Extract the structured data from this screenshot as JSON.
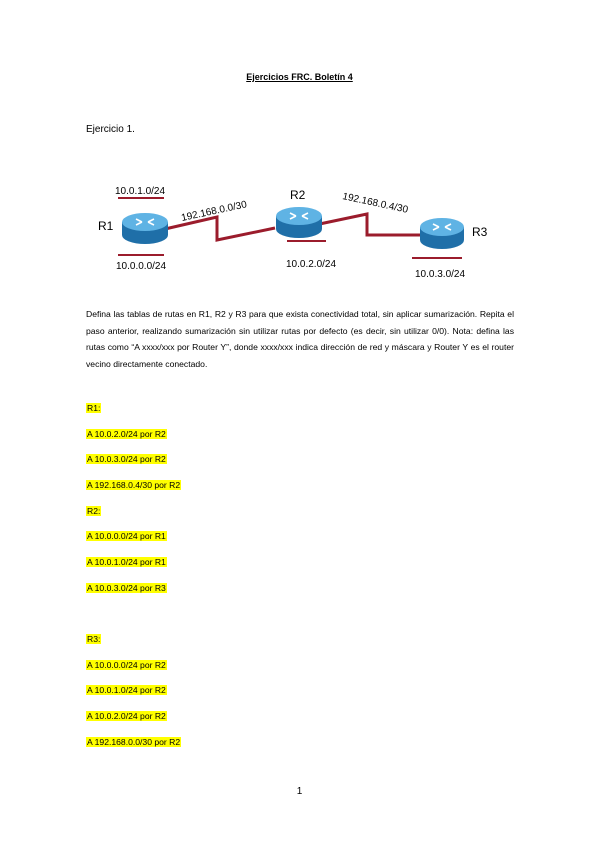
{
  "document": {
    "title": "Ejercicios FRC. Boletín 4",
    "section_heading": "Ejercicio 1.",
    "diagram": {
      "router_labels": [
        "R1",
        "R2",
        "R3"
      ],
      "network_labels": {
        "r1_top": "10.0.1.0/24",
        "r1_bottom": "10.0.0.0/24",
        "link_r1_r2": "192.168.0.0/30",
        "r2_bottom": "10.0.2.0/24",
        "link_r2_r3": "192.168.0.4/30",
        "r3_bottom": "10.0.3.0/24"
      },
      "colors": {
        "link": "#9b1c2c",
        "router_body": "#2f86c2",
        "router_top": "#7ec3ea"
      }
    },
    "paragraph": "Defina las tablas de rutas en R1, R2 y R3 para que exista conectividad total, sin aplicar sumarización. Repita el paso anterior, realizando sumarización sin utilizar rutas por defecto (es decir, sin utilizar 0/0). Nota: defina las rutas como  “A xxxx/xxx por Router Y”, donde xxxx/xxx indica dirección de red y máscara y Router Y es el router vecino directamente conectado.",
    "answers": [
      "R1:",
      "A 10.0.2.0/24 por R2",
      "A 10.0.3.0/24 por R2",
      "A 192.168.0.4/30 por R2",
      "R2:",
      "A 10.0.0.0/24 por R1",
      "A 10.0.1.0/24 por R1",
      "A 10.0.3.0/24 por R3",
      "R3:",
      "A 10.0.0.0/24 por R2",
      "A 10.0.1.0/24 por R2",
      "A 10.0.2.0/24 por R2",
      "A 192.168.0.0/30 por R2"
    ],
    "highlight_color": "#ffff00",
    "page_number": "1"
  }
}
